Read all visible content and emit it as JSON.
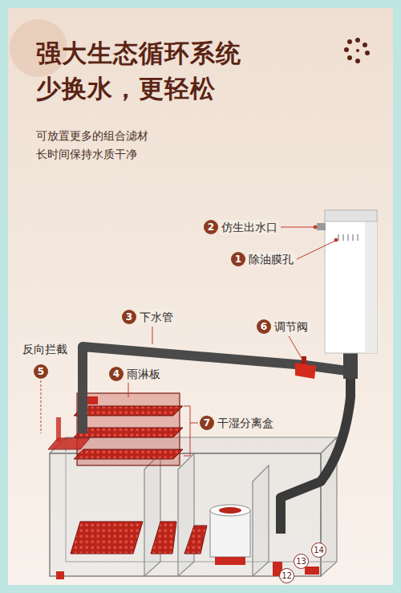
{
  "diagram": {
    "title": "强大生态循环系统 少换水，更轻松",
    "labels": [
      "可放置更多的组合滤材 长时间保持水质干净",
      "2",
      "仿生出水口",
      "1",
      "除油膜孔",
      "3",
      "下水管",
      "6",
      "调节阀",
      "反向拦截",
      "5",
      "4",
      "雨淋板",
      "7",
      "干湿分离盒",
      "12",
      "13",
      "14"
    ]
  }
}
